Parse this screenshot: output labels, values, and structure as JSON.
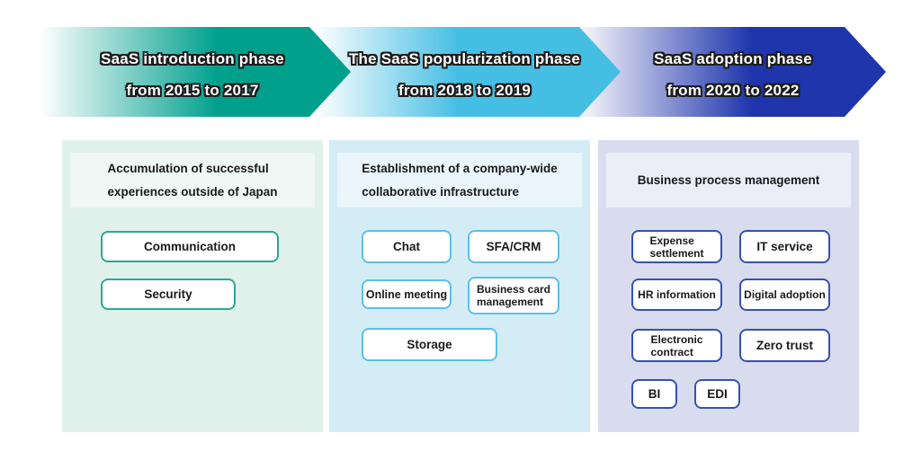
{
  "phases": [
    {
      "title": "SaaS introduction phase",
      "period": "from 2015 to 2017",
      "color": "#00a08d"
    },
    {
      "title": "The SaaS popularization phase",
      "period": "from 2018 to 2019",
      "color": "#45bee4"
    },
    {
      "title": "SaaS adoption phase",
      "period": "from 2020 to 2022",
      "color": "#1e35ac"
    }
  ],
  "panels": [
    {
      "header": "Accumulation of successful\nexperiences outside of Japan",
      "bg": "#e0f1ec",
      "chip_border": "#2aa795",
      "buttons": [
        {
          "label": "Communication"
        },
        {
          "label": "Security"
        }
      ]
    },
    {
      "header": "Establishment of a company-wide\ncollaborative infrastructure",
      "bg": "#d4ecf6",
      "chip_border": "#5bc0e8",
      "buttons": [
        {
          "label": "Chat"
        },
        {
          "label": "SFA/CRM"
        },
        {
          "label": "Online meeting"
        },
        {
          "label": "Business card\nmanagement"
        },
        {
          "label": "Storage"
        }
      ]
    },
    {
      "header": "Business process management",
      "bg": "#d9dcee",
      "chip_border": "#3552b0",
      "buttons": [
        {
          "label": "Expense\nsettlement"
        },
        {
          "label": "IT service"
        },
        {
          "label": "HR information"
        },
        {
          "label": "Digital adoption"
        },
        {
          "label": "Electronic\ncontract"
        },
        {
          "label": "Zero trust"
        },
        {
          "label": "BI"
        },
        {
          "label": "EDI"
        }
      ]
    }
  ]
}
